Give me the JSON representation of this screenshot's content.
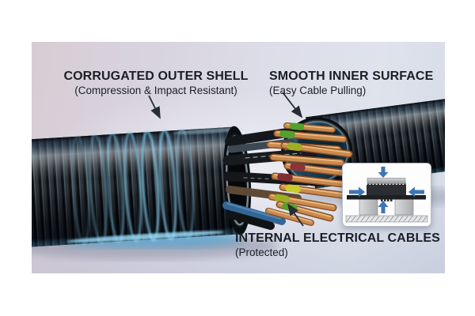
{
  "scene": {
    "annotations": {
      "outer_shell": {
        "title": "CORRUGATED OUTER SHELL",
        "subtitle": "(Compression & Impact Resistant)"
      },
      "inner_surface": {
        "title": "SMOOTH INNER SURFACE",
        "subtitle": "(Easy Cable Pulling)"
      },
      "internal_cables": {
        "title": "INTERNAL ELECTRICAL CABLES",
        "subtitle": "(Protected)"
      }
    },
    "icons": {
      "annotation_arrows": "thin-diagonal-pointer-arrows",
      "inset_compression_arrows": "blue-arrows-down-left-right-up"
    }
  },
  "colors": {
    "text": "#1b1e24",
    "arrow": "#262c36",
    "accent_blue": "#3f74b4",
    "glow_cyan": "#8edcff",
    "pipe_black": "#121518",
    "inner_surface_teal": "#2e5a72",
    "copper": "#b5763c",
    "wire_band_green": "#55a02c",
    "wire_band_yellow_green": "#9fae23",
    "wire_band_red": "#8a3438",
    "wire_band_yellow": "#c9cc2a",
    "cable_brown": "#5d4936",
    "cable_blue": "#336695",
    "background_top_left": "#d7ccd4",
    "background_bottom": "#d2d7e3"
  }
}
